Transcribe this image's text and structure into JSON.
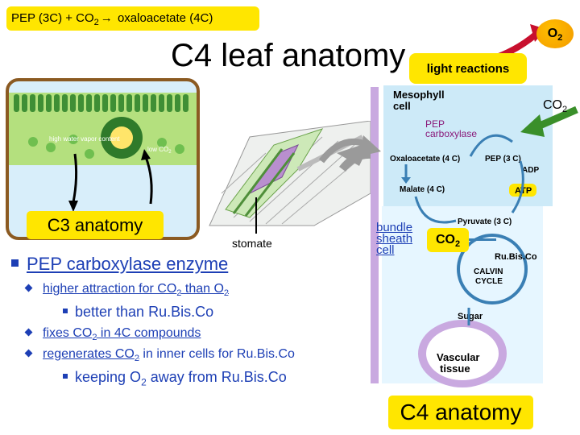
{
  "header": {
    "equation": "PEP (3C) + CO2 → oxaloacetate (4C)",
    "eq_left": "PEP (3C) + CO",
    "eq_sub": "2",
    "eq_arrow": "→",
    "eq_right": " oxaloacetate (4C)"
  },
  "title": "C4 leaf anatomy",
  "o2_bubble": {
    "text": "O",
    "sub": "2"
  },
  "light_reactions": "light reactions",
  "c3_label": "C3 anatomy",
  "c3_figure": {
    "high_water": "high water vapor content",
    "low_co2": "low CO",
    "low_co2_sub": "2"
  },
  "stomate_label": "stomate",
  "bullets": {
    "main": "PEP carboxylase enzyme",
    "item1_pre": "higher attraction for CO",
    "item1_sub": "2",
    "item1_mid": " than O",
    "item1_sub2": "2",
    "item1_sub_point": "better than Ru.Bis.Co",
    "item2_pre": "fixes CO",
    "item2_sub": "2",
    "item2_post": " in 4C compounds",
    "item3_pre": "regenerates CO",
    "item3_sub": "2",
    "item3_post": " in inner cells for Ru.Bis.Co",
    "item3_sub_pre": "keeping O",
    "item3_sub_sub": "2",
    "item3_sub_post": " away from Ru.Bis.Co"
  },
  "c4_diagram": {
    "mesophyll": "Mesophyll",
    "mesophyll2": "cell",
    "co2_in": "CO",
    "co2_in_sub": "2",
    "pep_carb1": "PEP",
    "pep_carb2": "carboxylase",
    "oxaloacetate": "Oxaloacetate (4 C)",
    "pep": "PEP (3 C)",
    "adp": "ADP",
    "malate": "Malate (4 C)",
    "atp": "ATP",
    "bundle1": "bundle",
    "bundle2": "sheath",
    "bundle3": "cell",
    "co2_box": "CO",
    "co2_box_sub": "2",
    "pyruvate": "Pyruvate (3 C)",
    "rubisco": "Ru.Bis.Co",
    "calvin1": "CALVIN",
    "calvin2": "CYCLE",
    "sugar": "Sugar",
    "vascular1": "Vascular",
    "vascular2": "tissue"
  },
  "c4_label": "C4 anatomy",
  "colors": {
    "yellow": "#ffe600",
    "blue_text": "#1d3fb5",
    "frame_brown": "#8b5a22",
    "arrow_red": "#c8102e",
    "arrow_green": "#3a8f2a"
  }
}
